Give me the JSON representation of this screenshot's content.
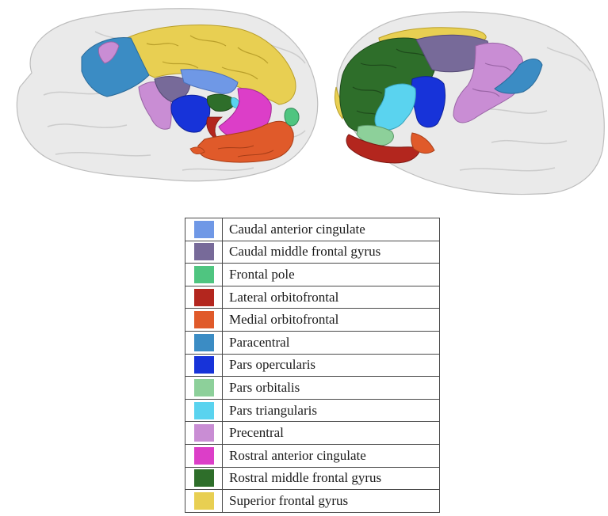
{
  "legend": {
    "items": [
      {
        "label": "Caudal anterior cingulate",
        "color": "#6f98e6"
      },
      {
        "label": "Caudal middle frontal gyrus",
        "color": "#776a99"
      },
      {
        "label": "Frontal pole",
        "color": "#4fc580"
      },
      {
        "label": "Lateral orbitofrontal",
        "color": "#b3261e"
      },
      {
        "label": "Medial orbitofrontal",
        "color": "#e05a2a"
      },
      {
        "label": "Paracentral",
        "color": "#3b8cc4"
      },
      {
        "label": "Pars opercularis",
        "color": "#1733d9"
      },
      {
        "label": "Pars orbitalis",
        "color": "#8dd09a"
      },
      {
        "label": "Pars triangularis",
        "color": "#5ad3ef"
      },
      {
        "label": "Precentral",
        "color": "#c98dd4"
      },
      {
        "label": "Rostral anterior cingulate",
        "color": "#dc3ec8"
      },
      {
        "label": "Rostral middle frontal gyrus",
        "color": "#2e6e2a"
      },
      {
        "label": "Superior frontal gyrus",
        "color": "#e8cf52"
      }
    ]
  },
  "brain_views": [
    {
      "view": "medial",
      "colors": [
        "#e8cf52",
        "#3b8cc4",
        "#c98dd4",
        "#776a99",
        "#6f98e6",
        "#1733d9",
        "#dc3ec8",
        "#e05a2a",
        "#4fc580",
        "#2e6e2a"
      ]
    },
    {
      "view": "lateral",
      "colors": [
        "#2e6e2a",
        "#776a99",
        "#c98dd4",
        "#1733d9",
        "#5ad3ef",
        "#8dd09a",
        "#b3261e",
        "#e8cf52",
        "#3b8cc4",
        "#e05a2a"
      ]
    }
  ]
}
